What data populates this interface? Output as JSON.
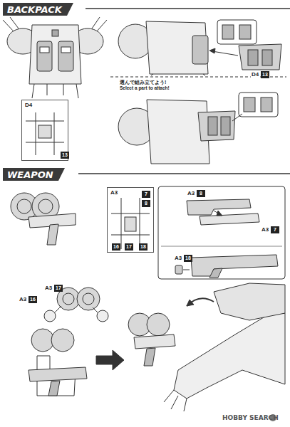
{
  "diagram": {
    "nodes": [
      {
        "text": [
          "BACKPACK"
        ]
      },
      {
        "text": [
          "D4",
          "13"
        ]
      },
      {
        "text": [
          "WEAPON"
        ]
      },
      {
        "text": [
          "A3",
          "7",
          "8",
          "16",
          "17",
          "18"
        ]
      }
    ],
    "labels": [
      "D4",
      "13",
      "選んで組み立てよう!",
      "Select a part to attach!",
      "A3",
      "8",
      "A3",
      "7",
      "A3",
      "18",
      "A3",
      "17",
      "A3",
      "16",
      "HOBBY SEARCH"
    ]
  }
}
